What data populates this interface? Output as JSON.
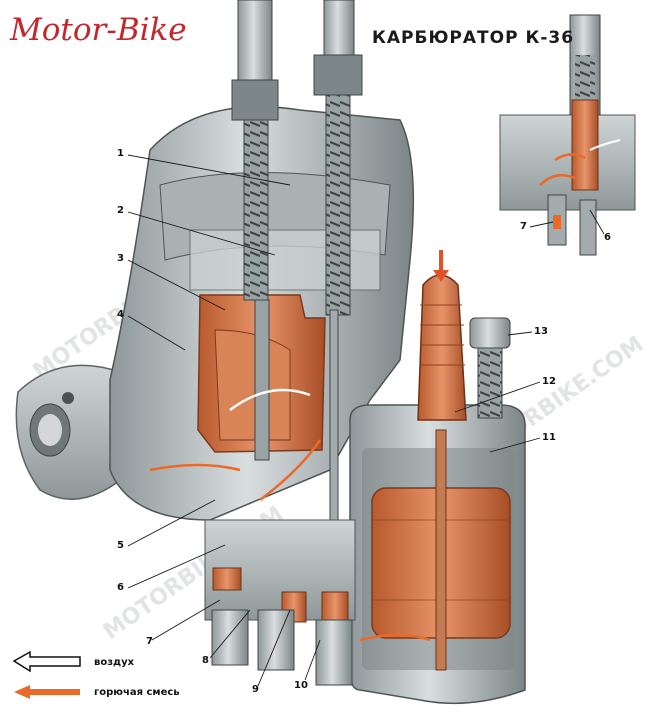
{
  "brand": "Motor-Bike",
  "title": "КАРБЮРАТОР К-36",
  "callouts": [
    "1",
    "2",
    "3",
    "4",
    "5",
    "6",
    "7",
    "8",
    "9",
    "10",
    "11",
    "12",
    "13"
  ],
  "inset_callouts": [
    "7",
    "6"
  ],
  "legend": {
    "air": "воздух",
    "mixture": "горючая смесь"
  },
  "watermark": "MOTORBIKE.COM",
  "colors": {
    "brand": "#c2272d",
    "metal": "#b9c0c2",
    "copper": "#d77a4a",
    "arrow": "#ea6a2a"
  }
}
